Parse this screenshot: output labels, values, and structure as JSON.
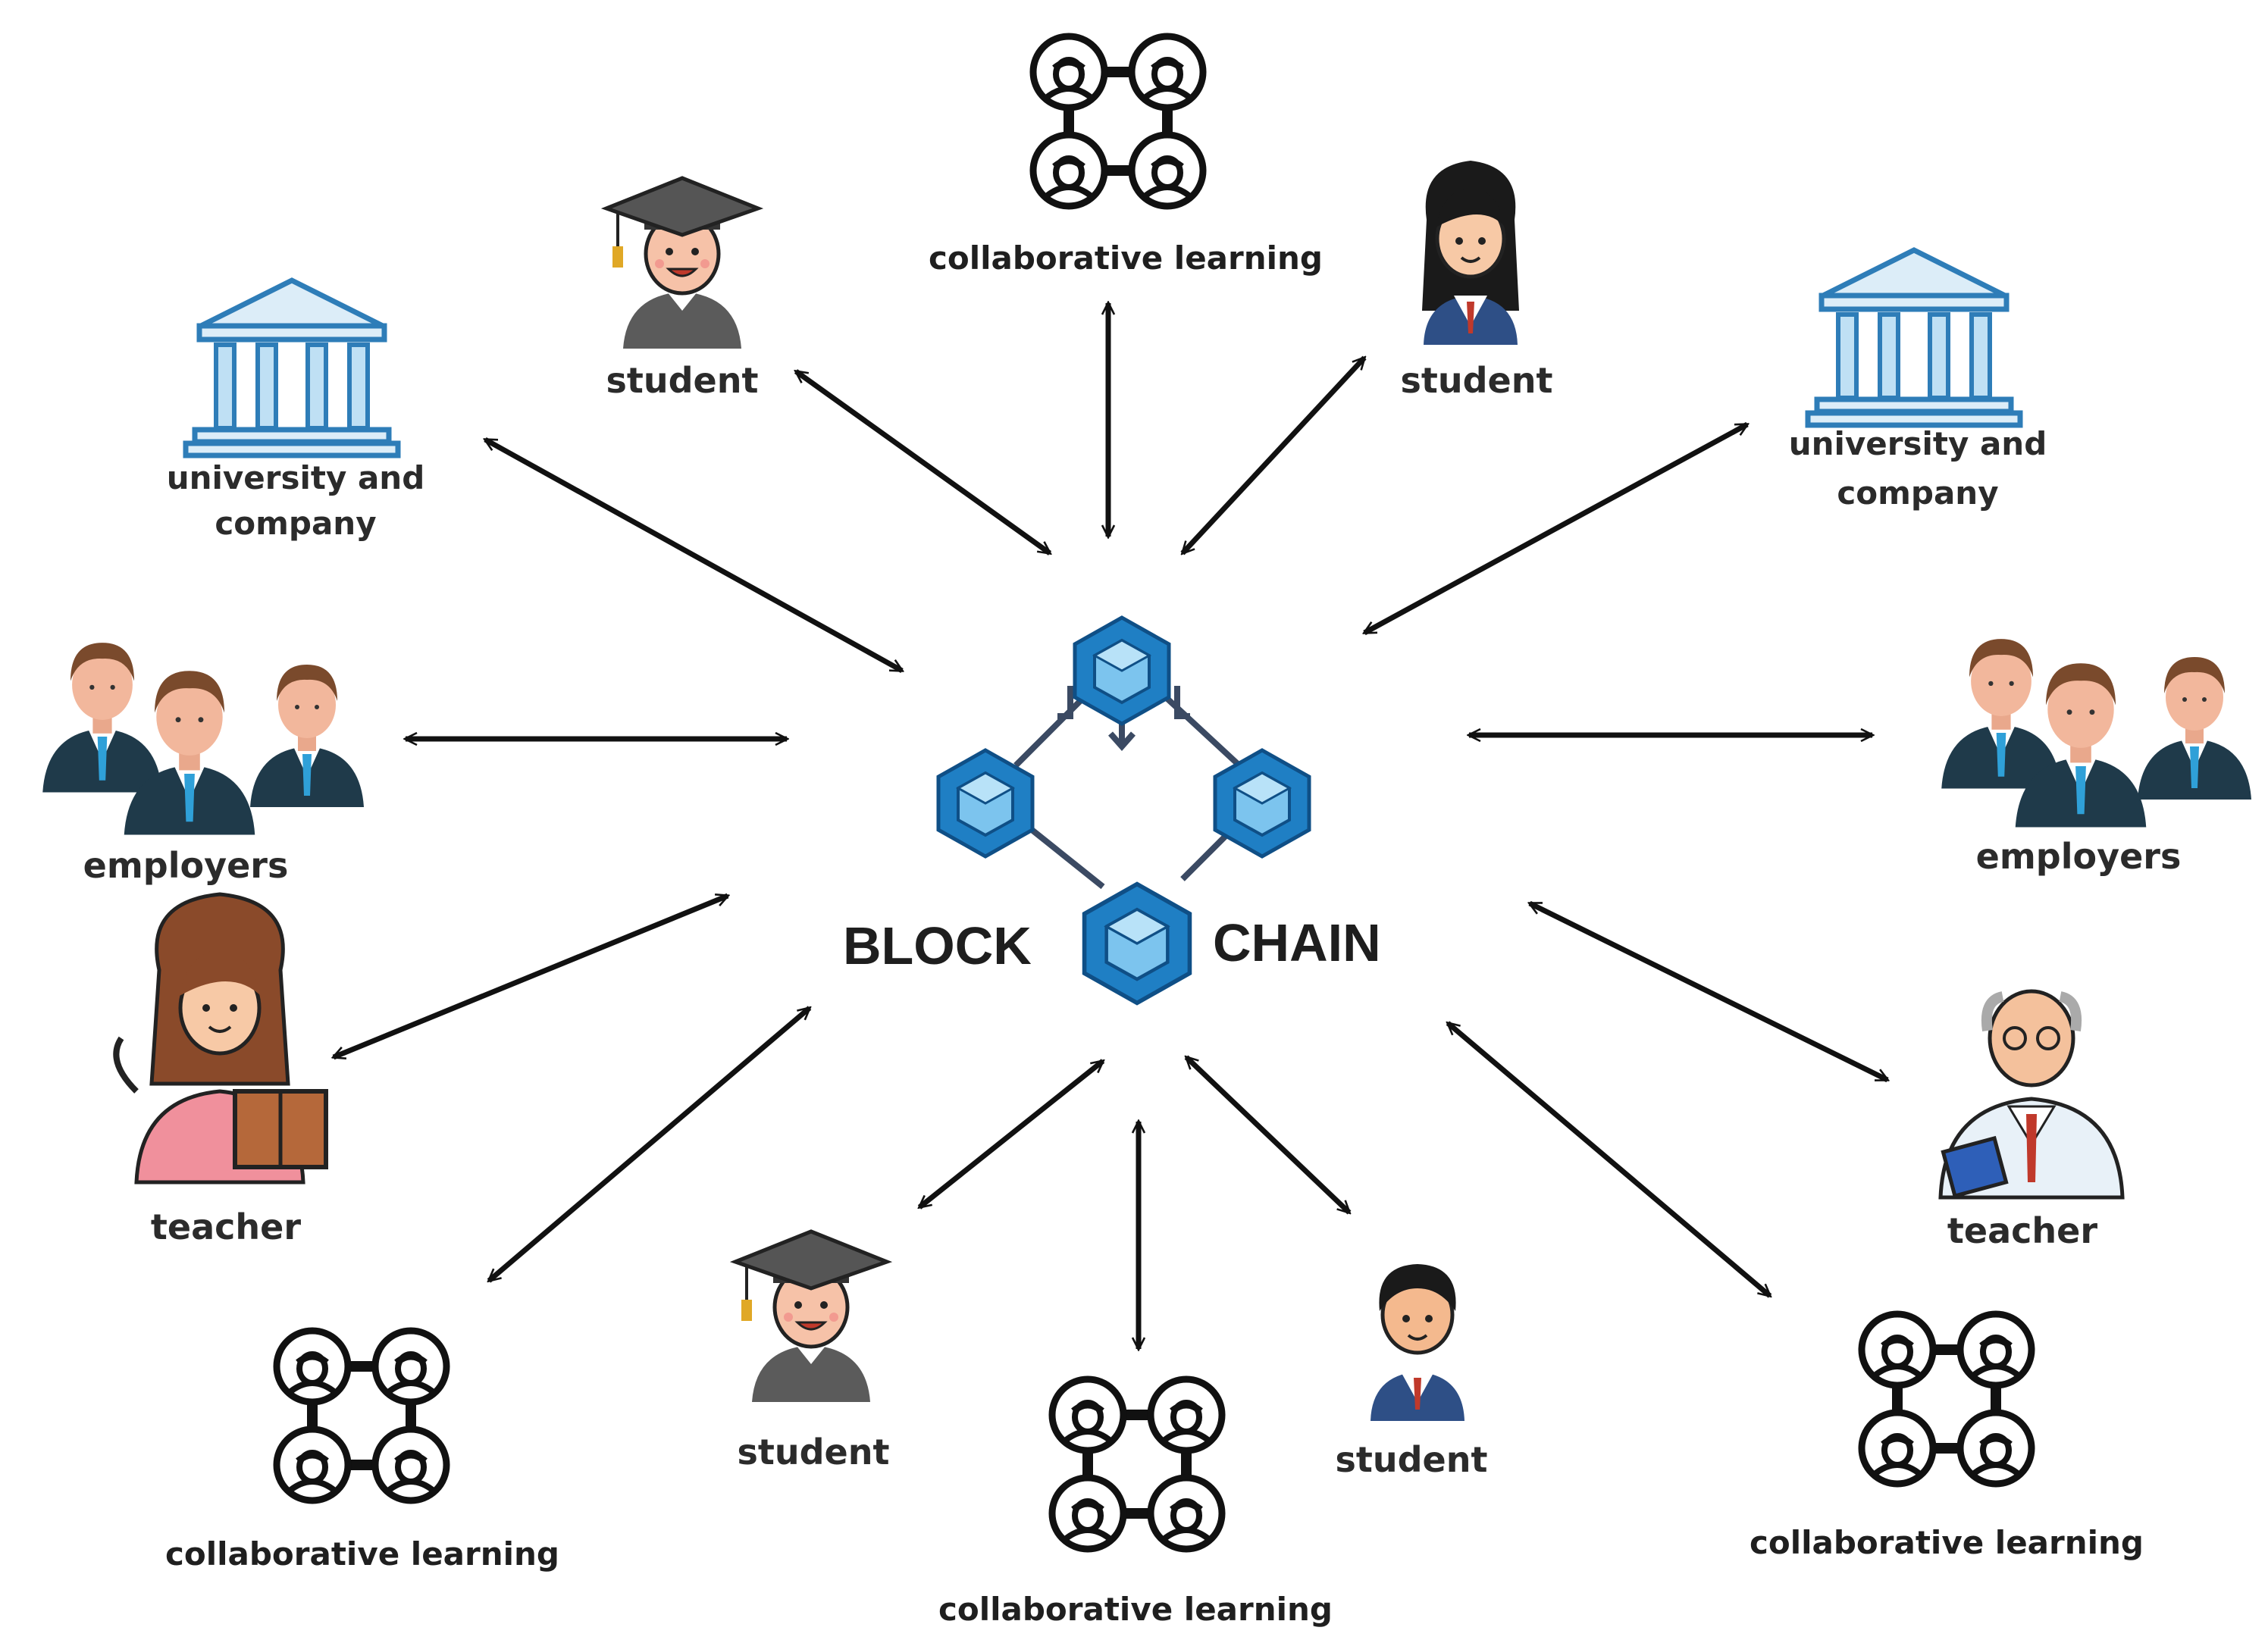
{
  "center": {
    "word1": "BLOCK",
    "word2": "CHAIN"
  },
  "nodes": {
    "collab_top": "collaborative learning",
    "student_top_left": "student",
    "student_top_right": "student",
    "uni_left": [
      "university and",
      "company"
    ],
    "uni_right": [
      "university and",
      "company"
    ],
    "employers_left": "employers",
    "employers_right": "employers",
    "teacher_left": "teacher",
    "teacher_right": "teacher",
    "collab_bottom_left": "collaborative learning",
    "student_bottom_left": "student",
    "collab_bottom_center": "collaborative learning",
    "student_bottom_right": "student",
    "collab_bottom_right": "collaborative learning"
  },
  "colors": {
    "block_blue": "#1f7fc4",
    "block_light": "#7cc4ee",
    "arrow": "#111111"
  },
  "icons": {
    "collaboration": "collaboration-network-icon",
    "graduate": "graduate-student-icon",
    "schoolgirl": "schoolgirl-student-icon",
    "schoolboy": "schoolboy-student-icon",
    "university": "university-building-icon",
    "employers": "employers-group-icon",
    "teacher_female": "female-teacher-icon",
    "teacher_male": "male-teacher-icon",
    "blockchain": "blockchain-cubes-icon"
  }
}
